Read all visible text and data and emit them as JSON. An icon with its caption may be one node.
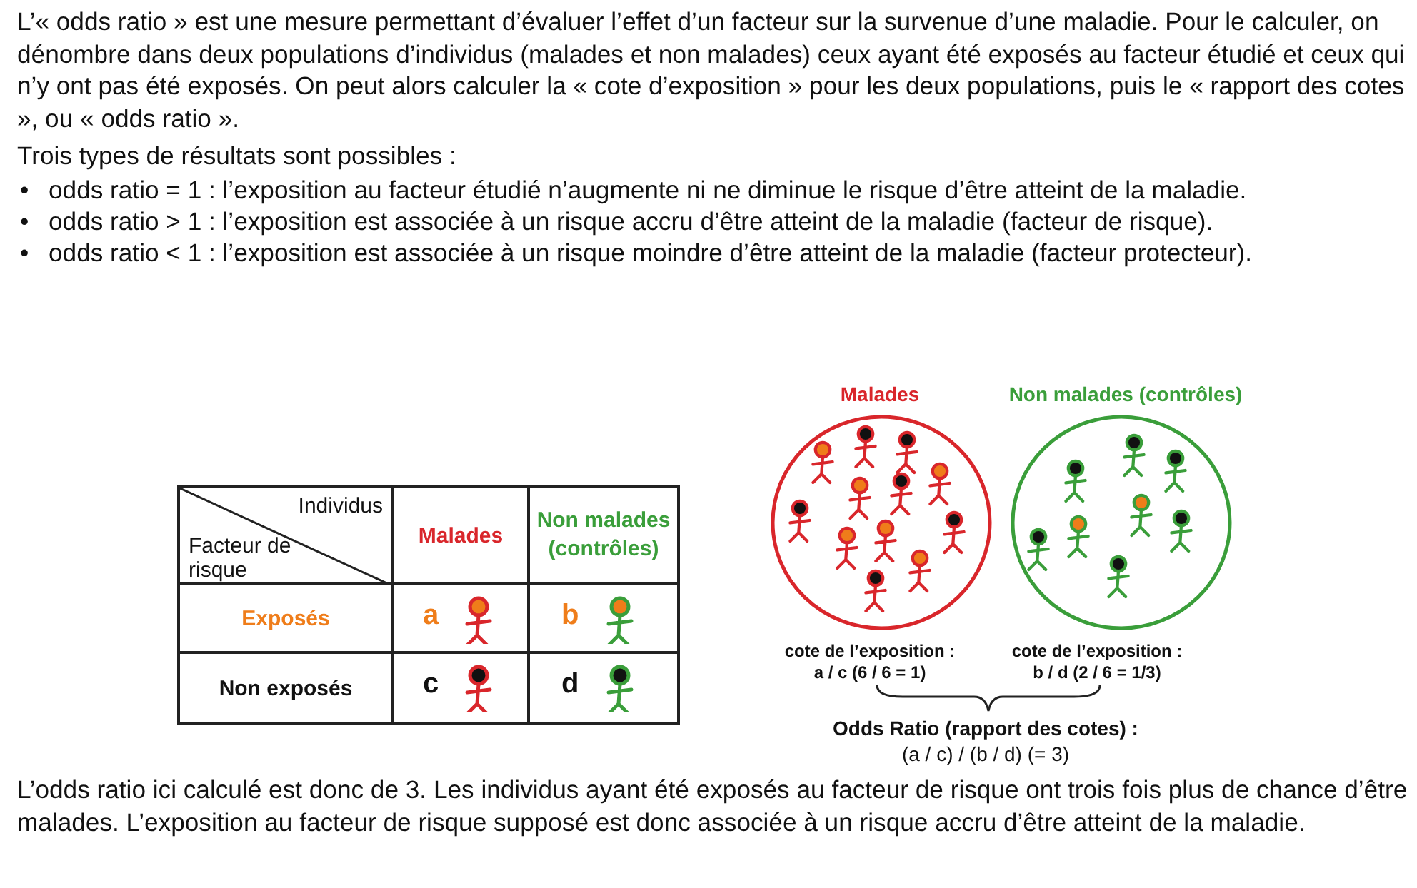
{
  "diagram": {
    "nodes": [
      {
        "text": [
          "Malades"
        ]
      },
      {
        "text": [
          "Non malades (contrôles)"
        ]
      }
    ],
    "edges": [],
    "labels": [
      "L’« odds ratio » est une mesure permettant d’évaluer l’effet d’un facteur sur la survenue d’une maladie. Pour le calculer, on dénombre dans deux populations d’individus (malades et non malades) ceux ayant été exposés au facteur étudié et ceux qui n’y ont pas été exposés. On peut alors calculer la « cote d’exposition » pour les deux populations, puis le « rapport des cotes », ou « odds ratio ».",
      "Trois types de résultats sont possibles :",
      "•",
      "odds ratio = 1 : l’exposition au facteur étudié n’augmente ni ne diminue le risque d’être atteint de la maladie.",
      "•",
      "odds ratio > 1 : l’exposition est associée à un risque accru d’être atteint de la maladie (facteur de risque).",
      "•",
      "odds ratio < 1 : l’exposition est associée à un risque moindre d’être atteint de la maladie (facteur protecteur).",
      "Individus",
      "Facteur de risque",
      "Malades",
      "Non malades (contrôles)",
      "Exposés",
      "a",
      "b",
      "Non exposés",
      "c",
      "d",
      "cote de l’exposition :",
      "a / c (6 / 6 = 1)",
      "cote de l’exposition :",
      "b / d (2 / 6 = 1/3)",
      "Odds Ratio (rapport des cotes) :",
      "(a / c) / (b / d) (= 3)",
      "L’odds ratio ici calculé est donc de 3. Les individus ayant été exposés au facteur de risque ont trois fois plus de chance d’être malades. L’exposition au facteur de risque supposé est donc associée à un risque accru d’être atteint de la maladie."
    ]
  }
}
